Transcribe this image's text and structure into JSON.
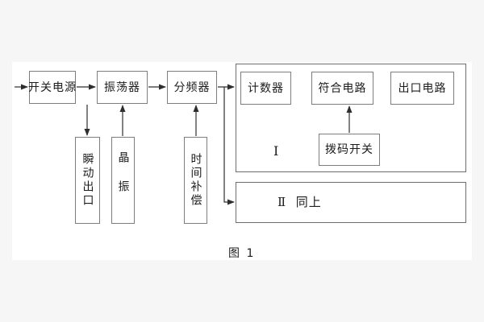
{
  "page": {
    "background_color": "#f7f6f6",
    "panel_color": "#ffffff",
    "box_border_color": "#7d7d7d",
    "line_color": "#2e2e2e",
    "text_color": "#1c1c1c"
  },
  "diagram": {
    "caption": "图 1",
    "nodes": {
      "power": "开关电源",
      "oscillator": "振荡器",
      "divider": "分频器",
      "counter": "计数器",
      "coincidence": "符合电路",
      "outlet": "出口电路",
      "dip_switch": "拨码开关",
      "instant_output": "瞬动出口",
      "crystal": "晶振",
      "time_comp": "时间补偿"
    },
    "groups": {
      "group1_label": "Ⅰ",
      "group2_label": "Ⅱ  同上"
    },
    "connectors": [
      "input-arrow",
      "power-to-oscillator",
      "oscillator-to-divider",
      "divider-to-group1",
      "divider-branch-to-group2",
      "power-down-to-instant-output",
      "crystal-up-to-oscillator",
      "timecomp-up-to-divider",
      "dipswitch-up-to-coincidence"
    ]
  }
}
